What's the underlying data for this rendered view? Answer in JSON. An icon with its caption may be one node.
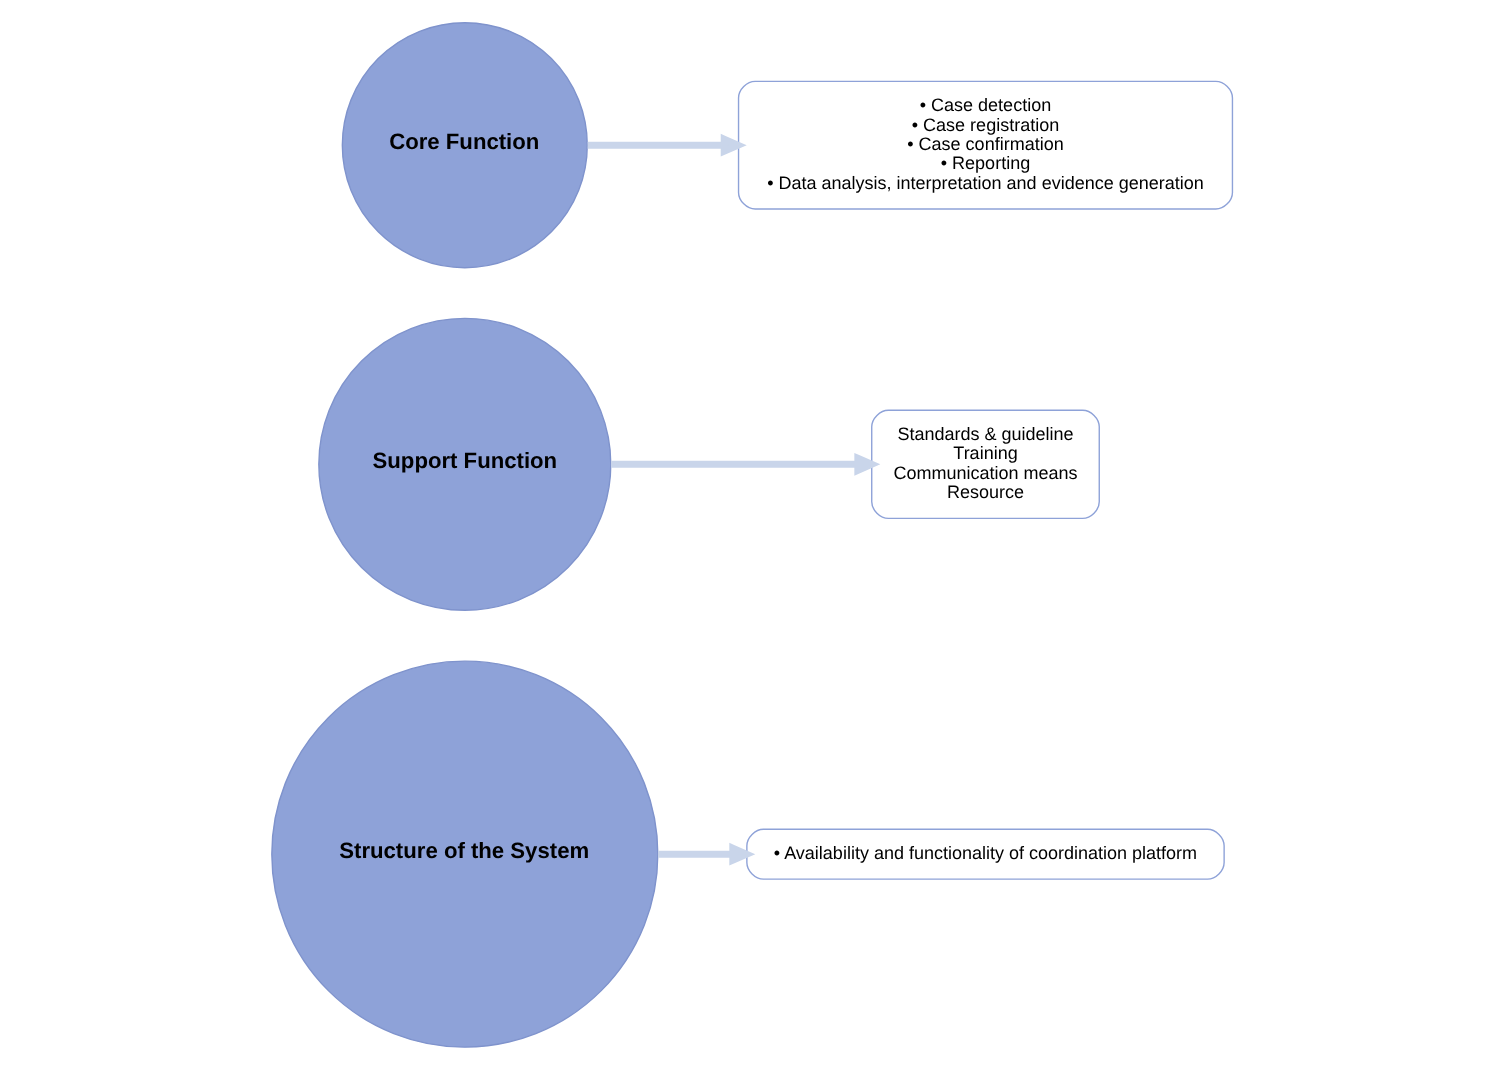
{
  "diagram": {
    "nodes": [
      {
        "text": [
          "Structure of the System"
        ]
      },
      {
        "text": [
          "• Availability and functionality of coordination platform"
        ]
      },
      {
        "text": [
          "Support Function"
        ]
      },
      {
        "text": [
          "Standards & guideline",
          "Training",
          "Communication means",
          "Resource"
        ]
      },
      {
        "text": [
          "Core Function"
        ]
      },
      {
        "text": [
          "• Case detection",
          "• Case registration",
          "• Case confirmation",
          "• Reporting",
          "• Data analysis, interpretation and evidence generation"
        ]
      }
    ],
    "edges": [
      {
        "from": 0,
        "to": 1,
        "arrow": "to"
      },
      {
        "from": 2,
        "to": 3,
        "arrow": "to"
      },
      {
        "from": 4,
        "to": 5,
        "arrow": "to"
      }
    ]
  }
}
